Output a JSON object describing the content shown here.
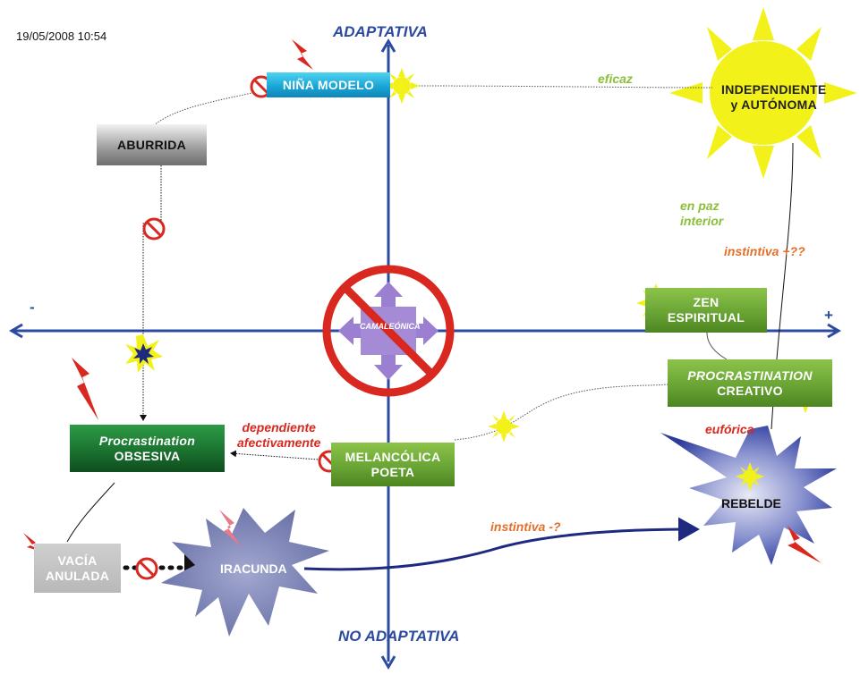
{
  "timestamp": "19/05/2008 10:54",
  "axes": {
    "top": "ADAPTATIVA",
    "bottom": "NO ADAPTATIVA",
    "left": "-",
    "right": "+"
  },
  "center": {
    "label": "CAMALEÓNICA"
  },
  "nodes": {
    "nina_modelo": "NIÑA MODELO",
    "aburrida": "ABURRIDA",
    "procrastination_obsesiva": {
      "line1": "Procrastination",
      "line2": "OBSESIVA"
    },
    "vacia_anulada": {
      "line1": "VACÍA",
      "line2": "ANULADA"
    },
    "iracunda": "IRACUNDA",
    "melancolica_poeta": {
      "line1": "MELANCÓLICA",
      "line2": "POETA"
    },
    "zen_espiritual": {
      "line1": "ZEN",
      "line2": "ESPIRITUAL"
    },
    "procrastination_creativo": {
      "line1": "PROCRASTINATION",
      "line2": "CREATIVO"
    },
    "rebelde": "REBELDE",
    "independiente": {
      "line1": "INDEPENDIENTE",
      "line2": "y AUTÓNOMA"
    }
  },
  "annotations": {
    "eficaz": "eficaz",
    "en_paz": {
      "line1": "en paz",
      "line2": "interior"
    },
    "instintiva_plus": "instintiva +??",
    "euforica": "eufórica",
    "dependiente": {
      "line1": "dependiente",
      "line2": "afectivamente"
    },
    "instintiva_minus": "instintiva -?"
  },
  "colors": {
    "axis": "#2b4aa0",
    "sun": "#f2f21a",
    "star_blue": "#3a4aa8",
    "star_iracunda": "#7a82b8",
    "forbidden": "#d8281f",
    "lightning": "#d8281f",
    "path": "#1e2a80",
    "box_green": "#66a233"
  },
  "icons": [
    "lightning-icon",
    "forbidden-icon",
    "sun-icon",
    "burst-icon",
    "four-way-arrow-icon"
  ]
}
